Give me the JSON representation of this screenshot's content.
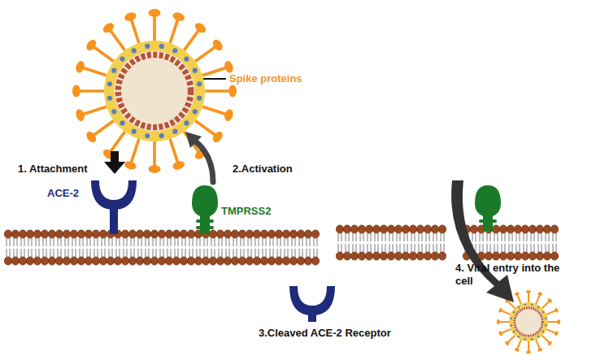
{
  "diagram": {
    "labels": [
      "Spike proteins",
      "1. Attachment",
      "2.Activation",
      "ACE-2",
      "TMPRSS2",
      "3.Cleaved ACE-2 Receptor",
      "4. Viral entry into the cell"
    ]
  }
}
